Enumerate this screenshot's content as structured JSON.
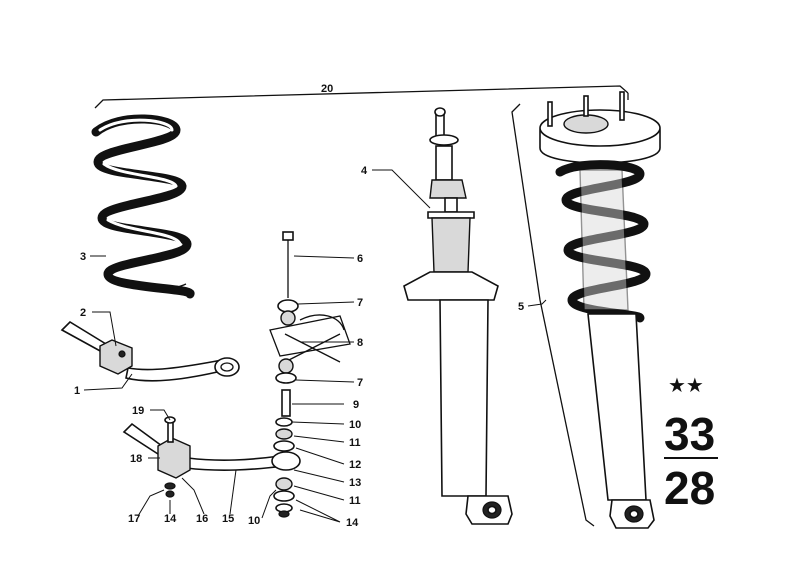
{
  "callouts": {
    "c1": "1",
    "c2": "2",
    "c3": "3",
    "c4": "4",
    "c5": "5",
    "c6": "6",
    "c7a": "7",
    "c7b": "7",
    "c8": "8",
    "c9": "9",
    "c10a": "10",
    "c10b": "10",
    "c11a": "11",
    "c11b": "11",
    "c12": "12",
    "c13": "13",
    "c14a": "14",
    "c14b": "14",
    "c15": "15",
    "c16": "16",
    "c17": "17",
    "c18": "18",
    "c19": "19",
    "c20": "20"
  },
  "group_code": {
    "stars": "★★",
    "top": "33",
    "bottom": "28"
  }
}
